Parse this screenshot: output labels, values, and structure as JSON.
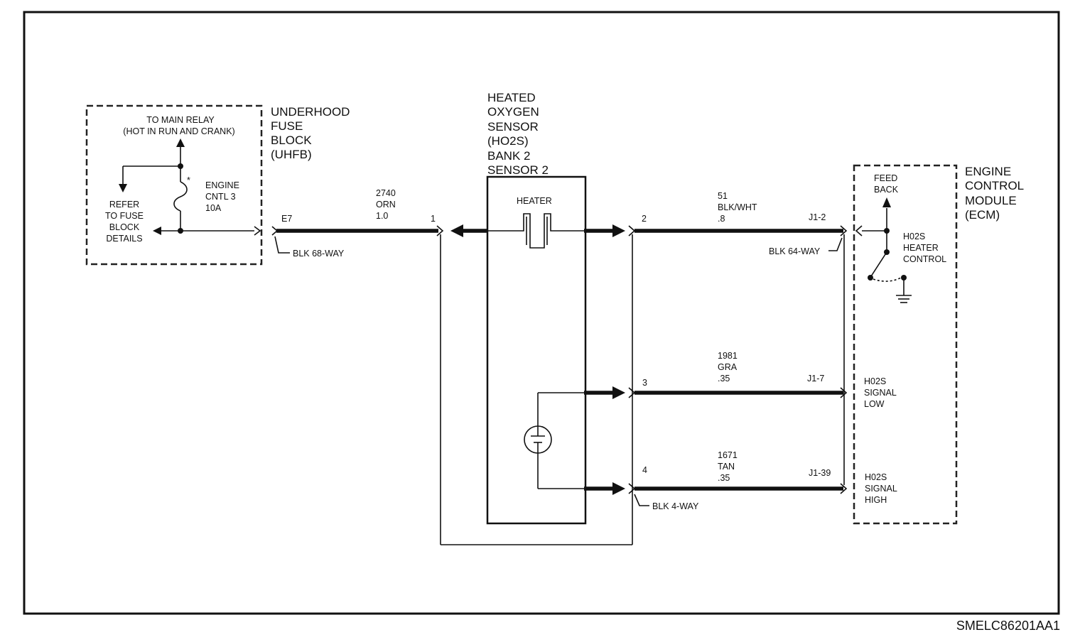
{
  "fuse_block": {
    "label": [
      "UNDERHOOD",
      "FUSE",
      "BLOCK",
      "(UHFB)"
    ],
    "to_main_relay": "TO MAIN RELAY",
    "hot_in_run": "(HOT IN RUN AND CRANK)",
    "refer": [
      "REFER",
      "TO FUSE",
      "BLOCK",
      "DETAILS"
    ],
    "fuse": [
      "ENGINE",
      "CNTL 3",
      "10A"
    ]
  },
  "sensor": {
    "label": [
      "HEATED",
      "OXYGEN",
      "SENSOR",
      "(HO2S)",
      "BANK 2",
      "SENSOR 2"
    ],
    "heater": "HEATER"
  },
  "ecm": {
    "label": [
      "ENGINE",
      "CONTROL",
      "MODULE",
      "(ECM)"
    ],
    "feed_back": [
      "FEED",
      "BACK"
    ],
    "heater_control": [
      "H02S",
      "HEATER",
      "CONTROL"
    ],
    "signal_low": [
      "H02S",
      "SIGNAL",
      "LOW"
    ],
    "signal_high": [
      "H02S",
      "SIGNAL",
      "HIGH"
    ]
  },
  "connectors": {
    "e7": "E7",
    "blk68": "BLK 68-WAY",
    "pin1": "1",
    "pin2": "2",
    "pin3": "3",
    "pin4": "4",
    "blk4": "BLK 4-WAY",
    "j1_2": "J1-2",
    "j1_7": "J1-7",
    "j1_39": "J1-39",
    "blk64": "BLK 64-WAY"
  },
  "wires": {
    "w2740": [
      "2740",
      "ORN",
      "1.0"
    ],
    "w51": [
      "51",
      "BLK/WHT",
      ".8"
    ],
    "w1981": [
      "1981",
      "GRA",
      ".35"
    ],
    "w1671": [
      "1671",
      "TAN",
      ".35"
    ]
  },
  "figure_id": "SMELC86201AA1"
}
